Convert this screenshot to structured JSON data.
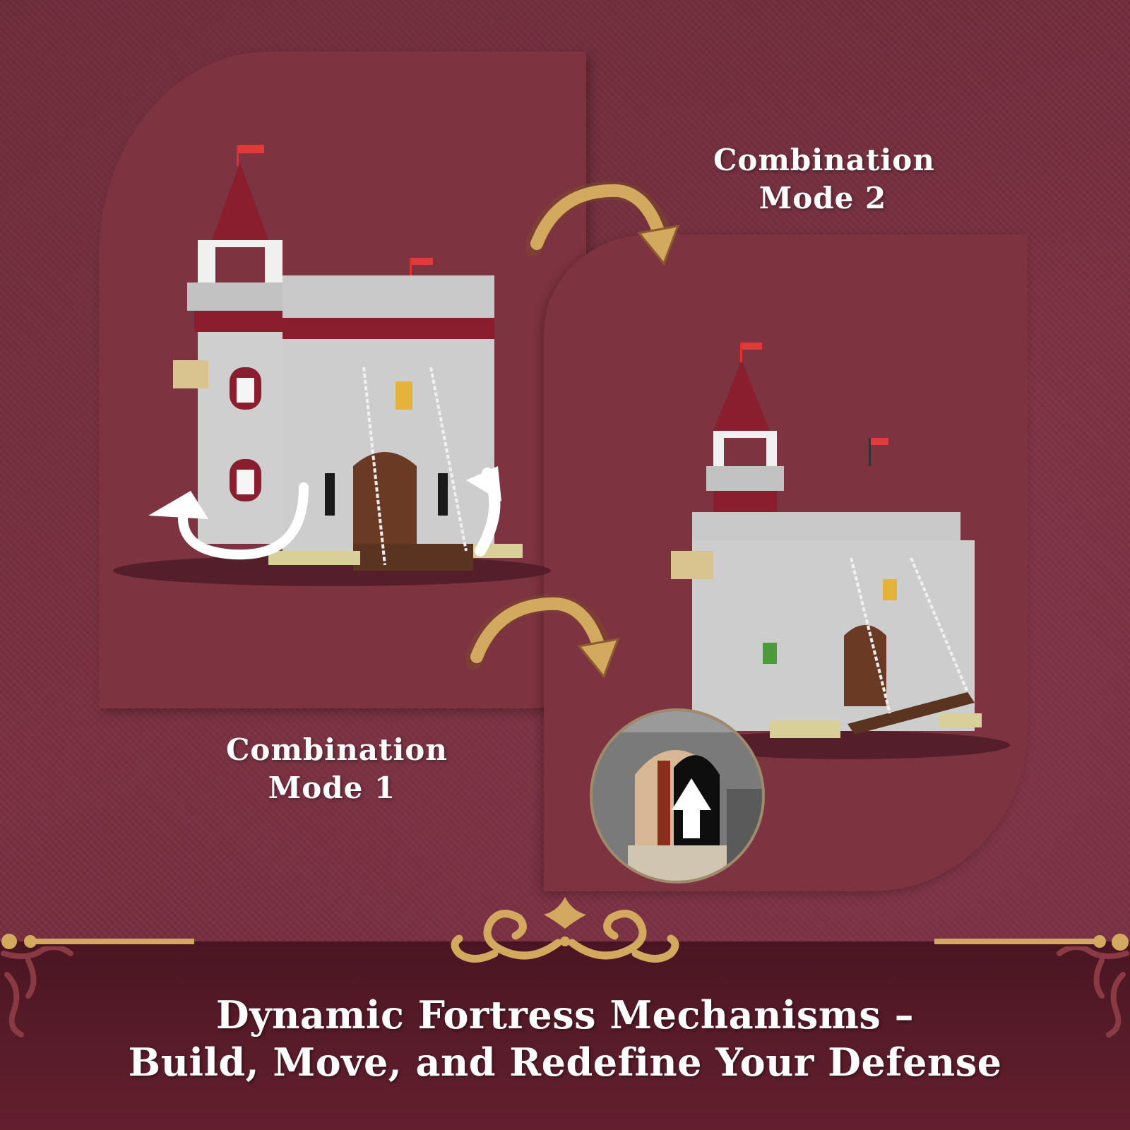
{
  "colors": {
    "background": "#6b2b3a",
    "panel": "#7e3340",
    "footer": "#4a1522",
    "gold": "#d2a95e",
    "text": "#ffffff",
    "roof": "#8b1e2e",
    "stone": "#c9c9c9"
  },
  "labels": {
    "mode1": {
      "line1": "Combination",
      "line2": "Mode 1"
    },
    "mode2": {
      "line1": "Combination",
      "line2": "Mode 2"
    }
  },
  "headline": {
    "line1": "Dynamic Fortress Mechanisms –",
    "line2": "Build, Move, and Redefine Your Defense"
  },
  "images": {
    "castle_mode1": "castle-mode-1-image",
    "castle_mode2": "castle-mode-2-image",
    "gate_detail": "gate-detail-inset"
  },
  "icons": {
    "arrow_top": "curved-arrow-icon",
    "arrow_bottom": "curved-arrow-icon",
    "rotate_left": "rotate-arrow-icon",
    "rotate_right": "rotate-arrow-icon",
    "up_arrow": "up-arrow-icon",
    "ornament": "fleur-scroll-ornament-icon"
  }
}
